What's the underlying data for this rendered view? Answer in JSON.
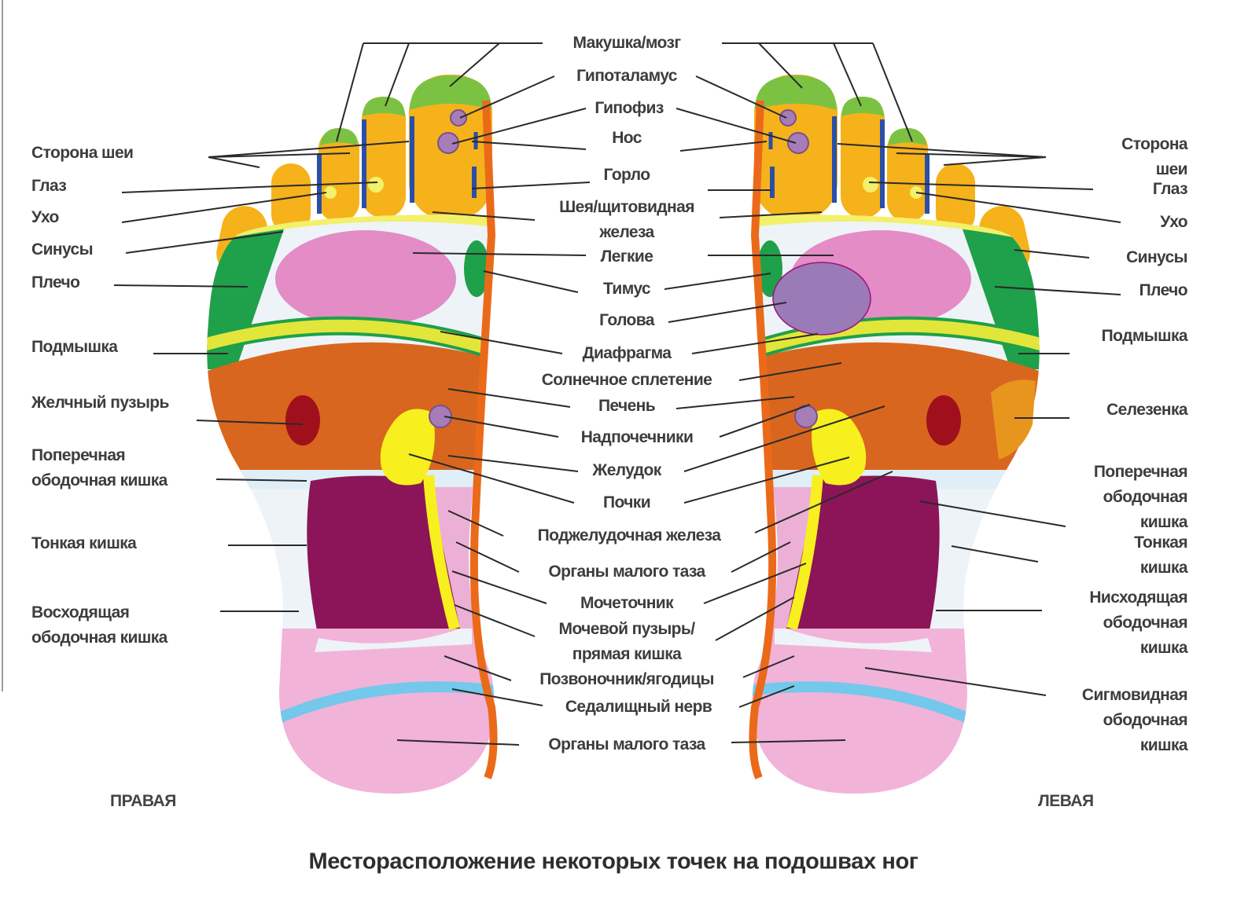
{
  "title": "Месторасположение некоторых точек на подошвах ног",
  "feet": {
    "right_caption": "ПРАВАЯ",
    "left_caption": "ЛЕВАЯ"
  },
  "center_labels": [
    "Макушка/мозг",
    "Гипоталамус",
    "Гипофиз",
    "Нос",
    "Горло",
    "Шея/щитовидная\nжелеза",
    "Легкие",
    "Тимус",
    "Голова",
    "Диафрагма",
    "Солнечное сплетение",
    "Печень",
    "Надпочечники",
    "Желудок",
    "Почки",
    "Поджелудочная железа",
    "Органы малого таза",
    "Мочеточник",
    "Мочевой пузырь/\nпрямая кишка",
    "Позвоночник/ягодицы",
    "Седалищный нерв",
    "Органы малого таза"
  ],
  "right_foot_labels": [
    "Сторона шеи",
    "Глаз",
    "Ухо",
    "Синусы",
    "Плечо",
    "Подмышка",
    "Желчный пузырь",
    "Поперечная\nободочная кишка",
    "Тонкая кишка",
    "Восходящая\nободочная кишка"
  ],
  "left_foot_labels": [
    "Сторона шеи",
    "Глаз",
    "Ухо",
    "Синусы",
    "Плечо",
    "Подмышка",
    "Селезенка",
    "Поперечная\nободочная\nкишка",
    "Тонкая кишка",
    "Нисходящая\nободочная\nкишка",
    "Сигмовидная\nободочная\nкишка"
  ],
  "colors": {
    "toes": "#f6b21a",
    "crown": "#7cc242",
    "shoulder": "#1fa04a",
    "lungs": "#e38cc6",
    "diaphragm": "#e2e63a",
    "liver": "#d9661e",
    "gallbladder": "#a0101c",
    "small_intestine": "#8b1558",
    "heel": "#f2b3d9",
    "sciatic": "#74c8ec",
    "spine": "#ea6a1a",
    "kidney": "#f7f01e",
    "gland": "#a77db7",
    "neck_side": "#2b4fa8",
    "heart": "#9b7ab8",
    "spleen": "#e8951e"
  }
}
